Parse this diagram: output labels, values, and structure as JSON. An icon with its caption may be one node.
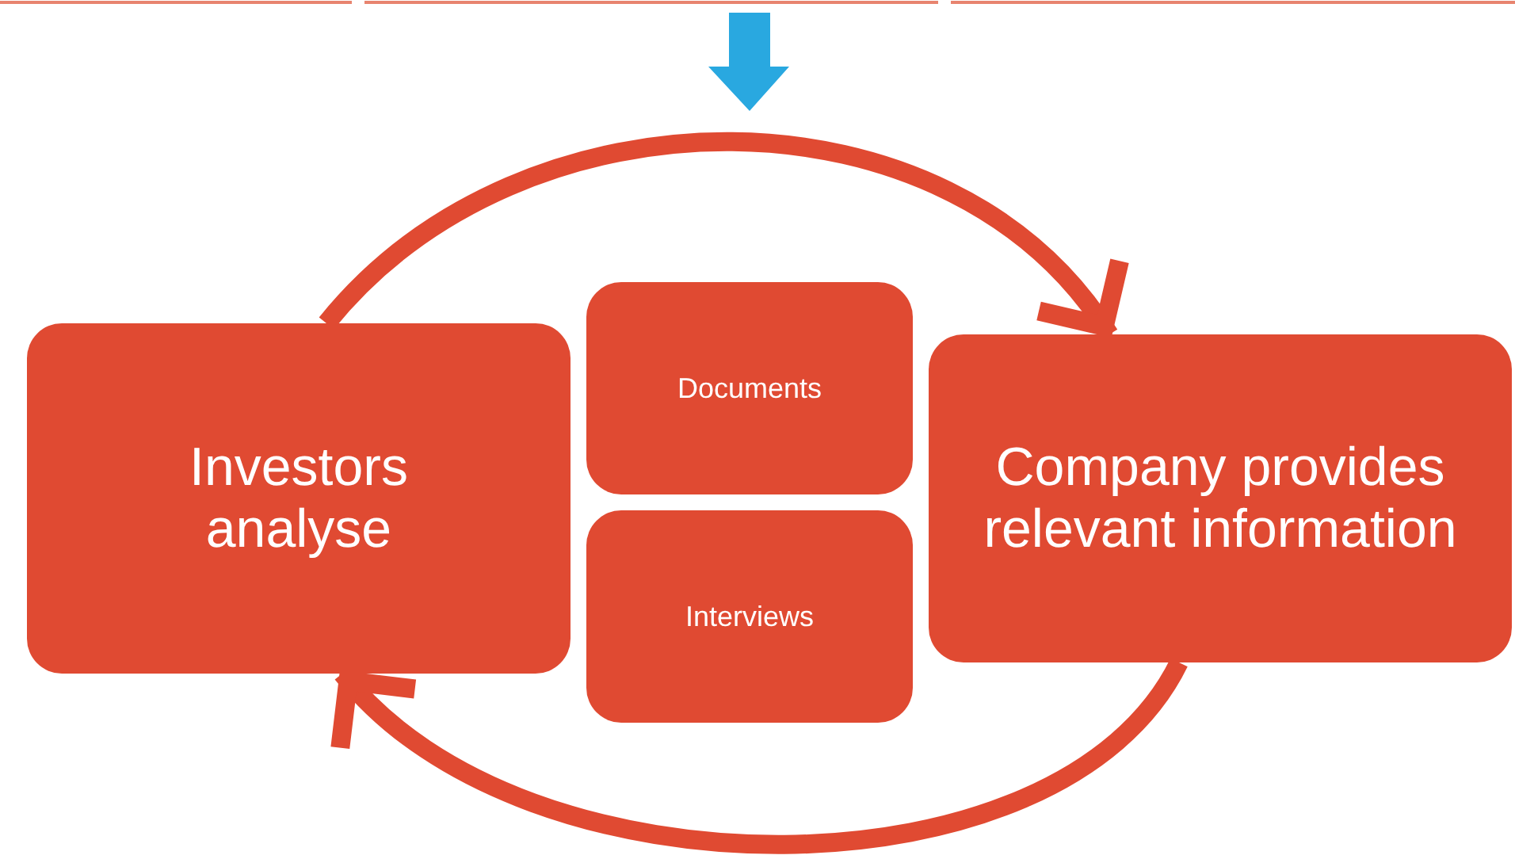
{
  "diagram": {
    "nodes": [
      {
        "text": [
          "Investors analyse"
        ]
      },
      {
        "text": [
          "Documents"
        ]
      },
      {
        "text": [
          "Interviews"
        ]
      },
      {
        "text": [
          "Company provides relevant information"
        ]
      }
    ],
    "edges": [
      {
        "from": 0,
        "to": 3,
        "arrow": "to"
      },
      {
        "from": 3,
        "to": 0,
        "arrow": "to"
      }
    ]
  }
}
